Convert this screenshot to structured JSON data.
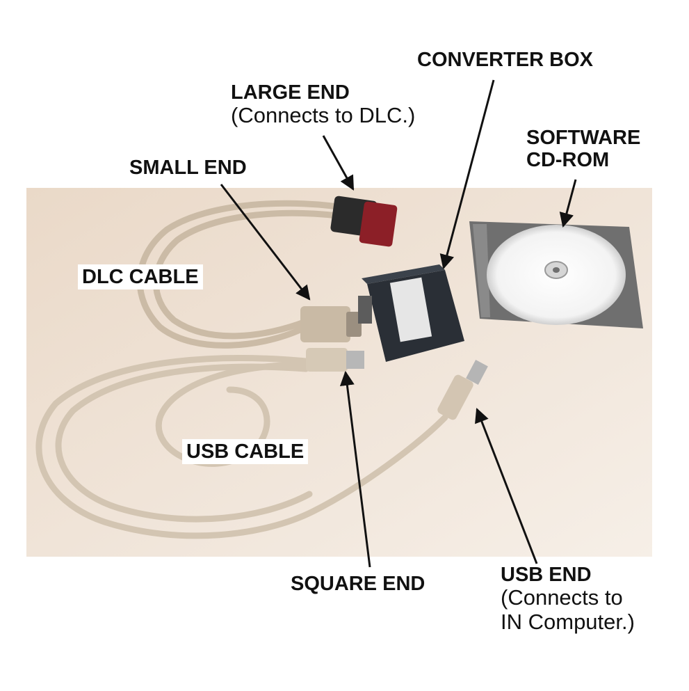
{
  "labels": {
    "converter_box": "CONVERTER BOX",
    "large_end": "LARGE END",
    "large_end_note": "(Connects to DLC.)",
    "software": "SOFTWARE",
    "cd_rom": "CD-ROM",
    "small_end": "SMALL END",
    "dlc_cable": "DLC CABLE",
    "usb_cable": "USB CABLE",
    "square_end": "SQUARE END",
    "usb_end": "USB END",
    "usb_end_note_1": "(Connects to",
    "usb_end_note_2": "IN Computer.)"
  },
  "colors": {
    "photo_background": "#efe3d6",
    "cable": "#cfc0ab",
    "box_body": "#2a2f36",
    "dlc_plug_red": "#8c1f27",
    "cd_case": "#6f6f6f",
    "text": "#111111"
  }
}
